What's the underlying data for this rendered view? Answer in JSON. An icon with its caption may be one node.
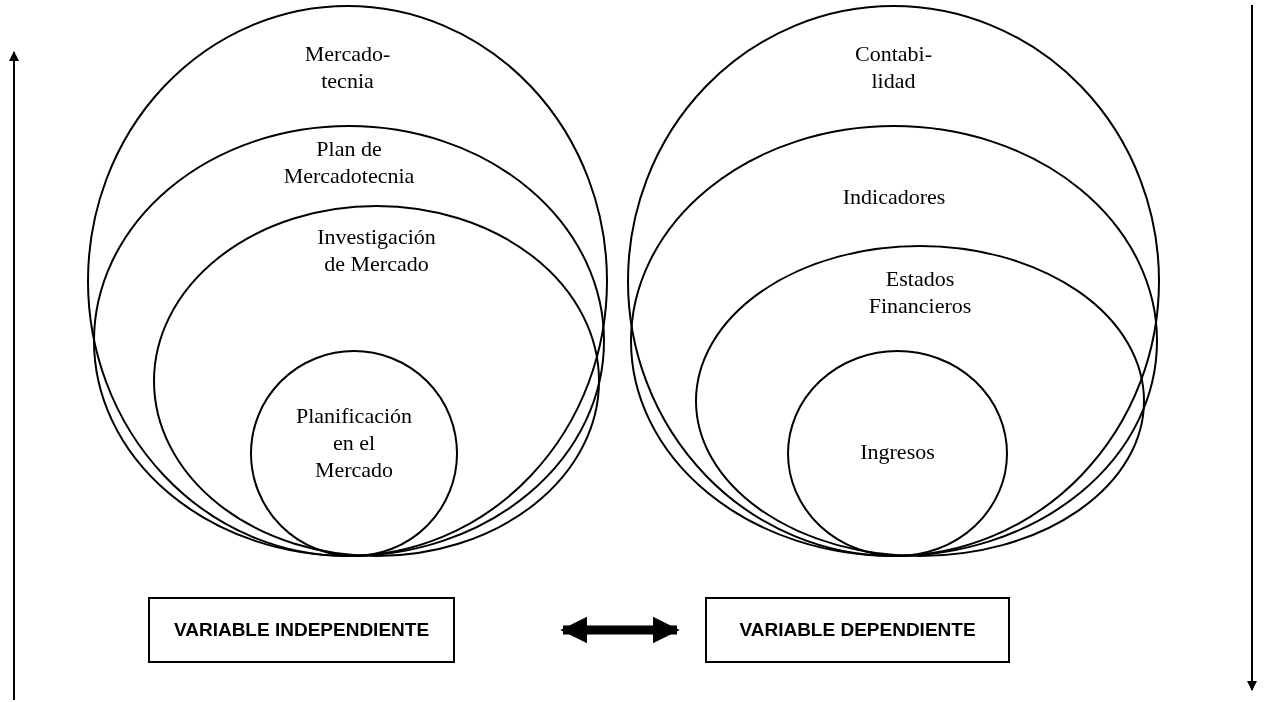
{
  "diagram": {
    "nodes": [
      {
        "text": [
          "Mercado-tecnia"
        ]
      },
      {
        "text": [
          "Plan de Mercadotecnia"
        ],
        "in": 0
      },
      {
        "text": [
          "Investigación de Mercado"
        ],
        "in": 1
      },
      {
        "text": [
          "Planificación en el Mercado"
        ],
        "in": 2
      },
      {
        "text": [
          "Contabi-lidad"
        ]
      },
      {
        "text": [
          "Indicadores"
        ],
        "in": 4
      },
      {
        "text": [
          "Estados Financieros"
        ],
        "in": 5
      },
      {
        "text": [
          "Ingresos"
        ],
        "in": 6
      },
      {
        "text": [
          "VARIABLE INDEPENDIENTE"
        ]
      },
      {
        "text": [
          "VARIABLE DEPENDIENTE"
        ]
      }
    ],
    "edges": [
      {
        "from": 8,
        "to": 9,
        "arrow": "both"
      }
    ]
  }
}
